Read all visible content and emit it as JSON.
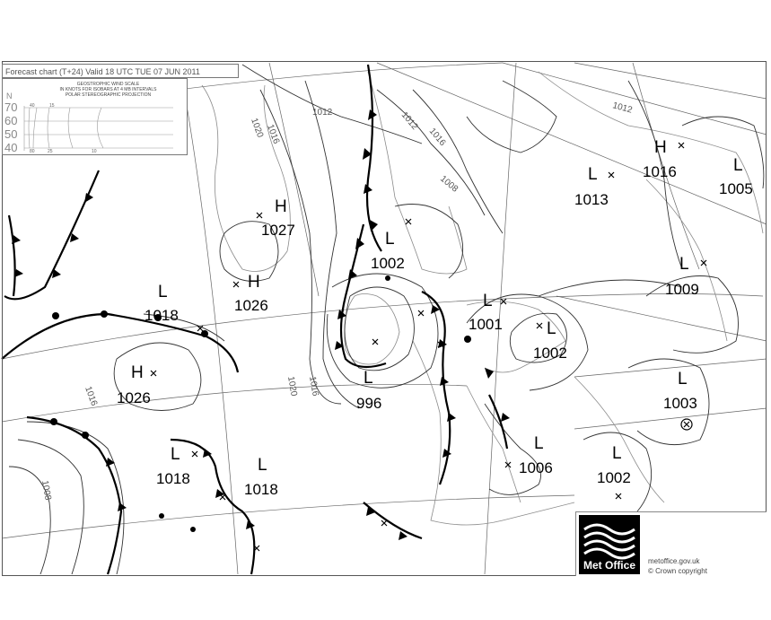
{
  "title": "Forecast chart (T+24) Valid 18 UTC TUE 07 JUN 2011",
  "scale_box": {
    "heading_lines": [
      "GEOSTROPHIC WIND SCALE",
      "IN KNOTS FOR ISOBARS AT 4 MB INTERVALS",
      "POLAR STEREOGRAPHIC PROJECTION"
    ],
    "north_label": "N",
    "latitudes": [
      "70",
      "60",
      "50",
      "40"
    ],
    "knot_ticks_top": [
      "40",
      "15"
    ],
    "knot_ticks_bottom": [
      "80",
      "25",
      "10"
    ]
  },
  "pressure_centres": [
    {
      "type": "H",
      "value": "1027"
    },
    {
      "type": "H",
      "value": "1026"
    },
    {
      "type": "H",
      "value": "1026"
    },
    {
      "type": "H",
      "value": "1016"
    },
    {
      "type": "L",
      "value": "1018"
    },
    {
      "type": "L",
      "value": "1002"
    },
    {
      "type": "L",
      "value": "996"
    },
    {
      "type": "L",
      "value": "1001"
    },
    {
      "type": "L",
      "value": "1002"
    },
    {
      "type": "L",
      "value": "1013"
    },
    {
      "type": "L",
      "value": "1005"
    },
    {
      "type": "L",
      "value": "1009"
    },
    {
      "type": "L",
      "value": "1003"
    },
    {
      "type": "L",
      "value": "1018"
    },
    {
      "type": "L",
      "value": "1018"
    },
    {
      "type": "L",
      "value": "1006"
    },
    {
      "type": "L",
      "value": "1002"
    }
  ],
  "isobar_labels": [
    "1012",
    "1016",
    "1020",
    "1016",
    "1012",
    "1008",
    "1020",
    "1016",
    "1016",
    "1008",
    "1012"
  ],
  "logo_text": "Met Office",
  "credit_url": "metoffice.gov.uk",
  "credit_copyright": "© Crown copyright"
}
